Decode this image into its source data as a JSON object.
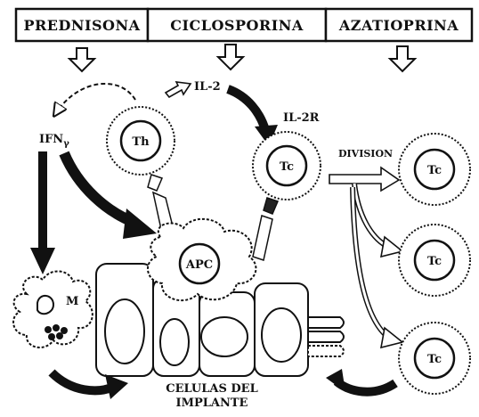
{
  "header": {
    "drugs": [
      "PREDNISONA",
      "CICLOSPORINA",
      "AZATIOPRINA"
    ]
  },
  "labels": {
    "il2": "IL-2",
    "il2r": "IL-2R",
    "ifn": "IFN",
    "ifn_sub": "γ",
    "division": "DIVISION",
    "implant_line1": "CELULAS DEL",
    "implant_line2": "IMPLANTE"
  },
  "cells": {
    "th": "Th",
    "tc_main": "Tc",
    "apc": "APC",
    "m": "M",
    "tc_div1": "Tc",
    "tc_div2": "Tc",
    "tc_div3": "Tc"
  }
}
